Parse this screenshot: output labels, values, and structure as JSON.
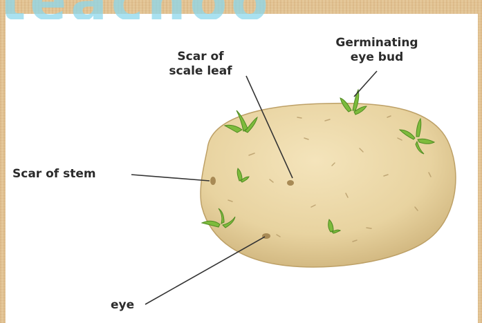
{
  "watermark": "teachoo",
  "labels": {
    "scale_leaf_line1": "Scar of",
    "scale_leaf_line2": "scale leaf",
    "eye_bud_line1": "Germinating",
    "eye_bud_line2": "eye bud",
    "stem_scar": "Scar of stem",
    "eye": "eye"
  },
  "colors": {
    "potato_skin": "#e8d3a0",
    "potato_shadow": "#c9ad74",
    "sprout": "#7dbb3c",
    "background_texture": "#e3c494",
    "watermark": "#8cd7eb"
  }
}
